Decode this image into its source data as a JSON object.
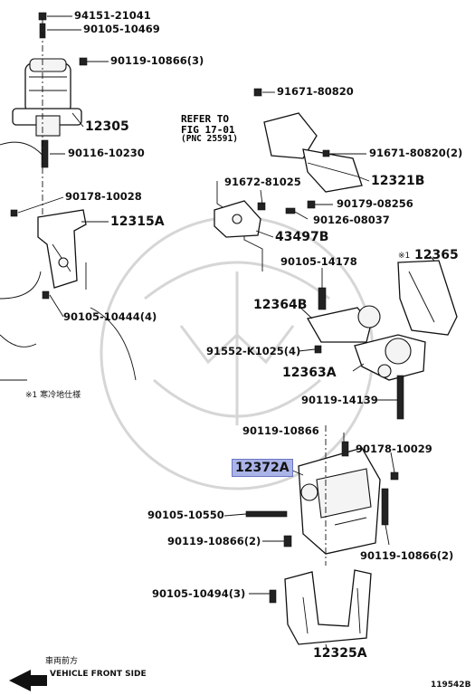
{
  "diagram_id": "119542B",
  "note_cold_area": "※1 寒冷地仕様",
  "refer": {
    "line1": "REFER TO",
    "line2": "FIG 17-01",
    "line3": "(PNC 25591)"
  },
  "direction": {
    "jp": "車両前方",
    "en": "VEHICLE FRONT SIDE"
  },
  "parts": {
    "p94151": "94151-21041",
    "p90105_10469": "90105-10469",
    "p90119_10866_3_top": "90119-10866(3)",
    "p12305": "12305",
    "p90116": "90116-10230",
    "p90178_10028": "90178-10028",
    "p12315A": "12315A",
    "p90105_10444": "90105-10444(4)",
    "p91671_80820": "91671-80820",
    "p91671_80820_2": "91671-80820(2)",
    "p12321B": "12321B",
    "p91672": "91672-81025",
    "p90179": "90179-08256",
    "p90126": "90126-08037",
    "p43497B": "43497B",
    "p90105_14178": "90105-14178",
    "p12365_mark": "※1",
    "p12365": "12365",
    "p12364B": "12364B",
    "p91552": "91552-K1025(4)",
    "p12363A": "12363A",
    "p90119_14139": "90119-14139",
    "p90119_10866_mid": "90119-10866",
    "p90178_10029": "90178-10029",
    "p12372A": "12372A",
    "p90105_10550": "90105-10550",
    "p90119_10866_2_left": "90119-10866(2)",
    "p90119_10866_2_right": "90119-10866(2)",
    "p90105_10494": "90105-10494(3)",
    "p12325A": "12325A"
  }
}
